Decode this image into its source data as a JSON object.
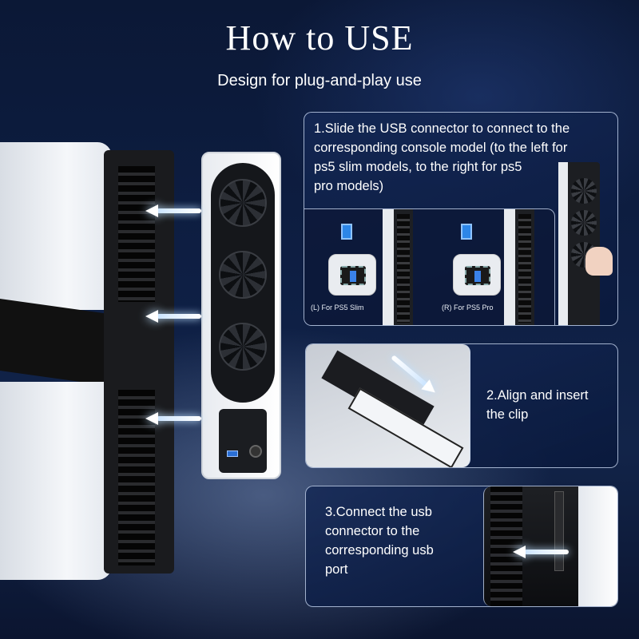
{
  "title": "How to USE",
  "subtitle": "Design for plug-and-play use",
  "steps": [
    {
      "text_lines": [
        "1.Slide the USB connector to connect to the",
        "corresponding console model (to the left for",
        "ps5 slim models, to the right for ps5",
        "pro models)"
      ]
    },
    {
      "text_lines": [
        "2.Align and insert",
        "the clip"
      ]
    },
    {
      "text_lines": [
        "3.Connect the usb",
        "connector to the",
        "corresponding usb",
        "port"
      ]
    }
  ],
  "step1_captions": {
    "left": "(L) For PS5 Slim",
    "right": "(R) For PS5 Pro"
  },
  "colors": {
    "accent_blue": "#2c86e8",
    "panel_border": "#c8d7f0"
  }
}
